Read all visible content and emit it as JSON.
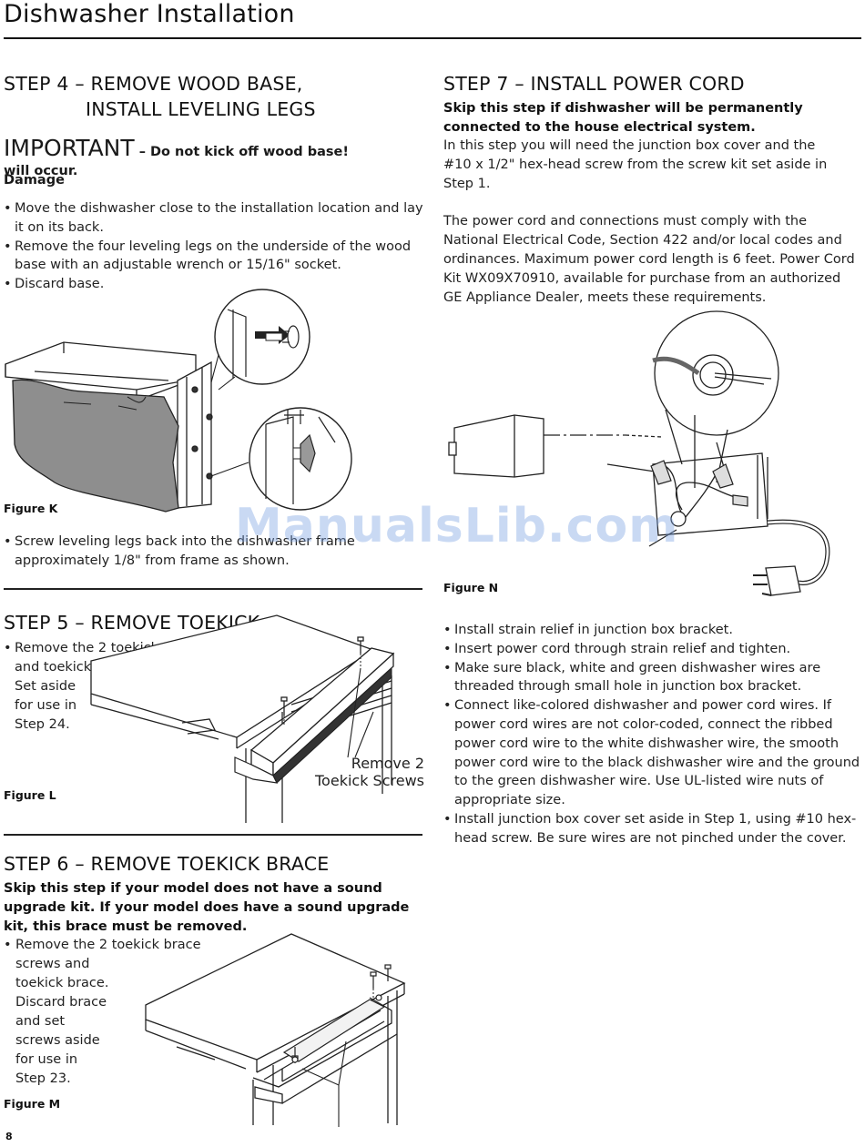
{
  "header": {
    "title": "Dishwasher Installation"
  },
  "step4": {
    "heading_line1": "STEP 4 – REMOVE WOOD BASE,",
    "heading_line2": "INSTALL LEVELING LEGS",
    "important_word": "IMPORTANT",
    "important_rest": " – Do not kick off wood base! Damage",
    "important_line2": "will occur.",
    "bullets": [
      "Move the dishwasher close to the installation location and lay it on its back.",
      "Remove the four leveling legs on the underside of the wood base with an adjustable wrench or 15/16\" socket.",
      "Discard base."
    ],
    "figure_label": "Figure K",
    "bullet_after": "Screw leveling legs back into the dishwasher frame approximately 1/8\" from frame as shown."
  },
  "step5": {
    "heading": "STEP 5 – REMOVE TOEKICK",
    "bullet_lines": [
      "Remove the 2 toekick screws",
      "and toekick.",
      "Set aside",
      "for use in",
      "Step 24."
    ],
    "callout_line1": "Remove 2",
    "callout_line2": "Toekick Screws",
    "figure_label": "Figure L"
  },
  "step6": {
    "heading": "STEP 6 – REMOVE TOEKICK BRACE",
    "note": "Skip this step if your model does not have a sound upgrade kit. If your model does have a sound upgrade kit, this brace must be removed.",
    "bullet_lines": [
      "Remove the 2 toekick brace",
      "screws and",
      "toekick brace.",
      "Discard brace",
      "and set",
      "screws aside",
      "for use in",
      "Step 23."
    ],
    "figure_label": "Figure M"
  },
  "step7": {
    "heading": "STEP 7 – INSTALL POWER CORD",
    "note": "Skip this step if dishwasher will be permanently connected to the house electrical system.",
    "para1": "In this step you will need the junction box cover and the #10 x 1/2\" hex-head screw from the screw kit set aside in Step 1.",
    "para2": "The power cord and connections must comply with the National Electrical Code, Section 422 and/or local codes and ordinances. Maximum power cord length is 6 feet. Power Cord Kit WX09X70910, available for purchase from an authorized GE Appliance Dealer, meets these requirements.",
    "figure_label": "Figure N",
    "bullets": [
      "Install strain relief in junction box bracket.",
      "Insert power cord through strain relief and tighten.",
      "Make sure black, white and green dishwasher wires are threaded through small hole in junction box bracket.",
      "Connect like-colored dishwasher and power cord wires. If power cord wires are not color-coded, connect the ribbed power cord wire to the white dishwasher wire, the smooth power cord wire to the black dishwasher wire and the ground to the green dishwasher wire. Use UL-listed wire nuts of appropriate size.",
      "Install junction box cover set aside in Step 1, using #10 hex-head screw. Be sure wires are not pinched under the cover."
    ]
  },
  "watermark": "ManualsLib.com",
  "page_number": "8"
}
